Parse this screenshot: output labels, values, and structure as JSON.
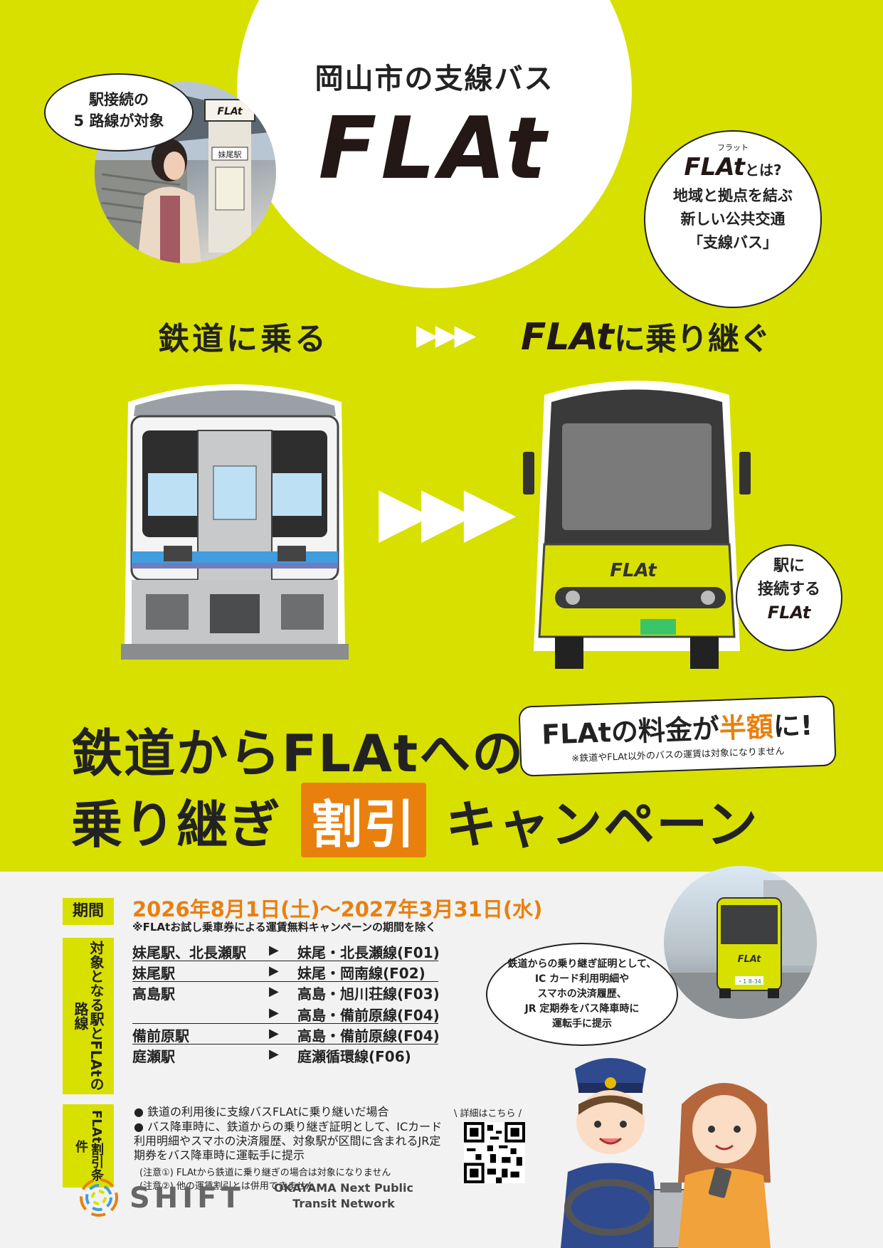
{
  "title": {
    "line1": "岡山市の支線バス",
    "logo": "FLAt"
  },
  "station_bubble": {
    "line1": "駅接続の",
    "line2": "5 路線が対象"
  },
  "photo_sign": {
    "station": "妹尾駅",
    "logo": "FLAt"
  },
  "about": {
    "ruby": "フラット",
    "logo": "FLAt",
    "question": "とは?",
    "line1": "地域と拠点を結ぶ",
    "line2": "新しい公共交通",
    "line3": "「支線バス」"
  },
  "steps": {
    "left": "鉄道に乗る",
    "arrows": "▶▶▶",
    "right_logo": "FLAt",
    "right_text": "に乗り継ぐ"
  },
  "big_arrows": "▶▶▶",
  "bus_logo": "FLAt",
  "connect": {
    "line1": "駅に",
    "line2": "接続する",
    "logo": "FLAt"
  },
  "promo": {
    "pre": "FLAtの料金が",
    "half": "半額",
    "post": "に!",
    "note": "※鉄道やFLAt以外のバスの運賃は対象になりません"
  },
  "headline": {
    "line1": "鉄道からFLAtへの",
    "line2_pre": "乗り継ぎ",
    "line2_box": "割引",
    "line2_post": "キャンペーン"
  },
  "period": {
    "label": "期間",
    "dates": "2026年8月1日(土)〜2027年3月31日(水)",
    "note": "※FLAtお試し乗車券による運賃無料キャンペーンの期間を除く"
  },
  "routes": {
    "label": "対象となる駅とFLAtの路線",
    "rows": [
      {
        "station": "妹尾駅、北長瀬駅",
        "line": "妹尾・北長瀬線(F01)"
      },
      {
        "station": "妹尾駅",
        "line": "妹尾・岡南線(F02)"
      },
      {
        "station": "高島駅",
        "line": "高島・旭川荘線(F03)"
      },
      {
        "station": "",
        "line": "高島・備前原線(F04)"
      },
      {
        "station": "備前原駅",
        "line": "高島・備前原線(F04)"
      },
      {
        "station": "庭瀬駅",
        "line": "庭瀬循環線(F06)"
      }
    ],
    "arrow": "▶"
  },
  "conditions": {
    "label": "FLAt割引条件",
    "items": [
      "● 鉄道の利用後に支線バスFLAtに乗り継いだ場合",
      "● バス降車時に、鉄道からの乗り継ぎ証明として、ICカード利用明細やスマホの決済履歴、対象駅が区間に含まれるJR定期券をバス降車時に運転手に提示"
    ],
    "notes": [
      "(注意①) FLAtから鉄道に乗り継ぎの場合は対象になりません",
      "(注意②) 他の運賃割引とは併用できません"
    ]
  },
  "staff_bubble": [
    "鉄道からの乗り継ぎ証明として、",
    "IC カード利用明細や",
    "スマホの決済履歴、",
    "JR 定期券をバス降車時に",
    "運転手に提示"
  ],
  "bus_photo": {
    "logo": "FLAt",
    "plate": "・1 8-34"
  },
  "qr_label": "\\ 詳細はこちら /",
  "footer": {
    "shift": "SHIFT",
    "okayama_line1": "OKAYAMA Next Public",
    "okayama_line2": "Transit Network"
  },
  "colors": {
    "accent_yellow": "#d8e000",
    "accent_orange": "#e9800e",
    "dark": "#231815"
  }
}
